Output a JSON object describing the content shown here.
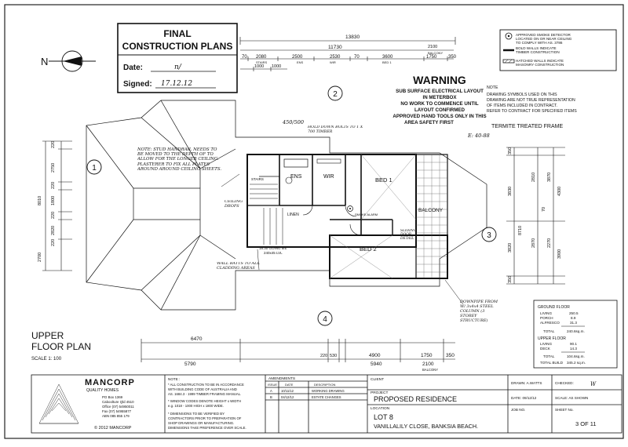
{
  "stamp": {
    "title_line1": "FINAL",
    "title_line2": "CONSTRUCTION PLANS",
    "date_label": "Date:",
    "date_value": "n/",
    "signed_label": "Signed:",
    "signed_value": "17.12.12"
  },
  "legend": {
    "item1": "APPROVED SMOKE DETECTOR",
    "item1b": "LOCATED ON OR NEAR CEILING",
    "item1c": "TO COMPLY WITH AS. 3786",
    "item2": "BOLD WALLS INDICATE",
    "item2b": "TIMBER CONSTRUCTION",
    "item3": "HATCHED WALLS INDICATE",
    "item3b": "MASONRY CONSTRUCTION"
  },
  "warning": {
    "title": "WARNING",
    "line1": "SUB SURFACE ELECTRICAL LAYOUT",
    "line2": "IN METERBOX",
    "line3": "NO WORK TO COMMENCE UNTIL",
    "line4": "LAYOUT CONFIRMED",
    "line5": "APPROVED HAND TOOLS ONLY IN THIS",
    "line6": "AREA   SAFETY FIRST"
  },
  "note": {
    "heading": "NOTE",
    "line1": "DRAWING SYMBOLS USED ON THIS",
    "line2": "DRAWING ARE NOT TRUE REPRESENTATION",
    "line3": "OF ITEMS INCLUDED IN CONTRACT.",
    "line4": "REFER TO CONTRACT FOR SPECIFIED ITEMS"
  },
  "termite": "TERMITE TREATED FRAME",
  "handwritten_code": "E: 40-88",
  "top_dims": {
    "overall": "13830",
    "second": "11730",
    "d2100": "2100",
    "balcony": "BALCONY",
    "d70a": "70",
    "d2080": "2080",
    "d2500": "2500",
    "d2530": "2530",
    "d70b": "70",
    "d3600": "3600",
    "d1750": "1750",
    "d350": "350",
    "d1000a": "1000",
    "d1000b": "1000",
    "stairs": "STAIRS",
    "ens": "ENS",
    "wir": "WIR",
    "bed1": "BED 1"
  },
  "left_dims": [
    "220",
    "2750",
    "220",
    "1800",
    "220",
    "2820",
    "220",
    "2700"
  ],
  "left_total": "8010",
  "right_dims": [
    "350",
    "3830",
    "2810",
    "3870",
    "4300",
    "2870",
    "3820",
    "2270",
    "3900",
    "350"
  ],
  "right_total": "8710",
  "right_sub": "70",
  "rooms": {
    "ens": "ENS",
    "wir": "WIR",
    "bed1": "BED 1",
    "bed2": "BED 2",
    "balcony": "BALCONY",
    "linen": "LINEN",
    "stairs": "STAIRS",
    "wall_label": "240x45 LVL",
    "landing": "18.30 GOING 5/E",
    "smoke": "SMOKE ALARM"
  },
  "annotations": {
    "note_a": "NOTE: STUD HANDRAIL NEEDS TO BE MOVED TO THE DEPTH OF TO ALLOW FOR THE LONGER CEILING. PLASTERER TO FIX ALL PLATES AROUND AROUND CEILING SHEETS.",
    "note_b": "HOLD DOWN BOLTS TO 1 X 700 TIMBER",
    "note_c": "450/500",
    "note_d": "CEILING DROPS",
    "note_e": "WALL BATTS TO ALL CLADDING AREAS",
    "note_f": "DOWNPIPE FROM W/ 3x4x4 STEEL COLUMN (3 STOREY STRUCTURE)",
    "note_g": "SLIDING DOOR DETAIL"
  },
  "markers": [
    "1",
    "2",
    "3",
    "4"
  ],
  "bottom_dims": {
    "d6470": "6470",
    "d220": "220",
    "d530": "530",
    "d4900": "4900",
    "d1750": "1750",
    "d350": "350",
    "d5790": "5790",
    "d5940": "5940",
    "d2100": "2100",
    "balcony": "BALCONY"
  },
  "plan_title": {
    "line1": "UPPER",
    "line2": "FLOOR PLAN",
    "scale": "SCALE 1: 100"
  },
  "areas": {
    "ground_floor": "GROUND FLOOR",
    "living_label": "LIVING",
    "living_value": "250.5",
    "porch_label": "PORCH",
    "porch_value": "8.9",
    "alfresco_label": "ALFRESCO",
    "alfresco_value": "31.3",
    "total1_label": "TOTAL",
    "total1_value": "240.6sq.m.",
    "upper_floor": "UPPER FLOOR",
    "living2_label": "LIVING",
    "living2_value": "90.1",
    "deck_label": "DECK",
    "deck_value": "14.3",
    "total2_label": "TOTAL",
    "total2_value": "104.6sq.m.",
    "build_label": "TOTAL BUILD",
    "build_value": "345.2 sq.m."
  },
  "company": {
    "name": "MANCORP",
    "tagline": "QUALITY HOMES",
    "addr1": "PO Box 1369",
    "addr2": "Caboolture Qld 4510",
    "phone1": "Office (07) 54950011",
    "phone2": "Fax (07) 54955877",
    "abn": "ABN 085 855 179",
    "copyright": "© 2012 MANCORP"
  },
  "notes_block": {
    "heading": "NOTE :",
    "l1": "* ALL CONSTRUCTION TO BE IN ACCORDANCE",
    "l2": "WITH BUILDING CODE OF AUSTRALIA AND",
    "l3": "AS. 1684.3 - 1999 TIMBER FRAMING MANUAL.",
    "l4": "* WINDOW CODES DENOTE HEIGHT x WIDTH",
    "l5": "e.g. 1018 - 1000 HIGH x 1800 WIDE.",
    "l6": "* DIMENSIONS TO BE VERIFIED BY",
    "l7": "CONTRACTORS PRIOR TO PREPARATION OF",
    "l8": "SHOP DRAWINGS OR MANUFACTURING.",
    "l9": "DIMENSIONS TAKE PREFERENCE OVER SCALE."
  },
  "amendments": {
    "heading": "AMENDMENTS",
    "col_issue": "ISSUE",
    "col_date": "DATE",
    "col_desc": "DESCRIPTION",
    "rows": [
      {
        "issue": "A",
        "date": "10/11/12",
        "desc": "WORKING DRAWING"
      },
      {
        "issue": "B",
        "date": "04/12/12",
        "desc": "ESTATE CHANGES"
      }
    ]
  },
  "title_block": {
    "client_label": "CLIENT",
    "project_label": "PROJECT",
    "project": "PROPOSED RESIDENCE",
    "location_label": "LOCATION",
    "lot": "LOT 8",
    "street": "VANILLALILY CLOSE, BANKSIA BEACH."
  },
  "sheet_info": {
    "drawn_label": "DRAWN: A.WATTS",
    "checked_label": "CHECKED:",
    "checked_value": "W",
    "date_label": "DATE: 09/12/12",
    "scale_label": "SCALE: AS SHOWN",
    "job_label": "JOB NO.",
    "sheet_label": "SHEET No.",
    "sheet_value": "3 OF 11"
  }
}
